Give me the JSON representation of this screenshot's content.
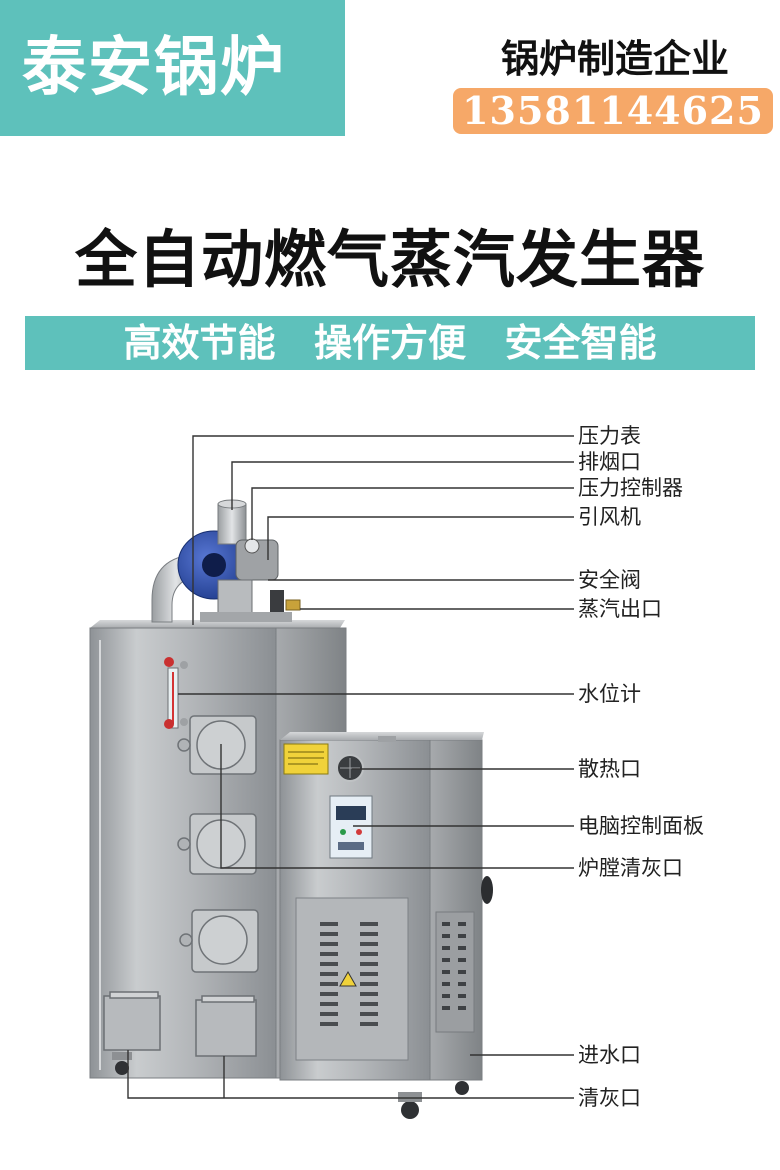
{
  "header": {
    "brand": "泰安锅炉",
    "company": "锅炉制造企业",
    "phone": "13581144625"
  },
  "headline": "全自动燃气蒸汽发生器",
  "slogan": "高效节能  操作方便  安全智能",
  "callouts": [
    "压力表",
    "排烟口",
    "压力控制器",
    "引风机",
    "安全阀",
    "蒸汽出口",
    "水位计",
    "散热口",
    "电脑控制面板",
    "炉膛清灰口",
    "进水口",
    "清灰口"
  ],
  "colors": {
    "teal": "#5ec1bb",
    "orange": "#f6a868",
    "steel": "#b9bcbf",
    "fan_blue": "#2f4fa8"
  }
}
